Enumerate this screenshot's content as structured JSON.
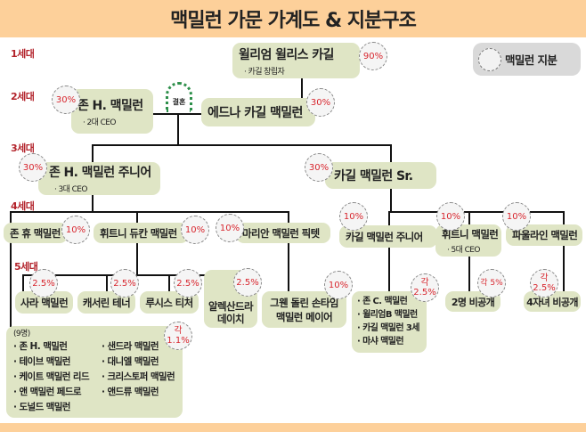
{
  "title": "맥밀런 가문 가계도 & 지분구조",
  "legend": {
    "label": "맥밀런 지분"
  },
  "generations": [
    "1세대",
    "2세대",
    "3세대",
    "4세대",
    "5세대"
  ],
  "wedding": "결혼",
  "gen1": {
    "william": {
      "name": "윌리엄 윌리스 카길",
      "sub": "· 카길 창립자",
      "share": "90%"
    }
  },
  "gen2": {
    "john": {
      "name": "존 H. 맥밀런",
      "sub": "· 2대 CEO",
      "share": "30%"
    },
    "edna": {
      "name": "에드나 카길 맥밀런",
      "share": "30%"
    }
  },
  "gen3": {
    "john_jr": {
      "name": "존 H. 맥밀런 주니어",
      "sub": "· 3대 CEO",
      "share": "30%"
    },
    "cargill_sr": {
      "name": "카길 맥밀런 Sr.",
      "share": "30%"
    }
  },
  "gen4": {
    "john_hugh": {
      "name": "존 휴 맥밀런",
      "share": "10%"
    },
    "whitney_duncan": {
      "name": "휘트니 듀칸 맥밀런",
      "share": "10%"
    },
    "marion": {
      "name": "마리안 맥밀런 픽텟",
      "share": "10%"
    },
    "cargill_jr": {
      "name": "카길 맥밀런 주니어",
      "share": "10%"
    },
    "whitney": {
      "name": "휘트니 맥밀런",
      "sub": "· 5대 CEO",
      "share": "10%"
    },
    "pauline": {
      "name": "파울라인 맥밀런",
      "share": "10%"
    }
  },
  "gen5": {
    "sarah": {
      "name": "사라 맥밀런",
      "share": "2.5%"
    },
    "catherine": {
      "name": "캐서린 테너",
      "share": "2.5%"
    },
    "lucy": {
      "name": "루시스 티처",
      "share": "2.5%"
    },
    "alexandra": {
      "name1": "알렉산드라",
      "name2": "데이치",
      "share": "2.5%"
    },
    "gwen": {
      "name1": "그웬 돌린 손타임",
      "name2": "맥밀런 메이어",
      "share": "10%"
    },
    "cargill_jr_kids": {
      "items": [
        "· 존 C. 맥밀런",
        "· 윌리엄B 맥밀런",
        "· 카길 맥밀런 3세",
        "· 마샤 맥밀런"
      ],
      "share_prefix": "각",
      "share": "2.5%"
    },
    "whitney_kids": {
      "name": "2명 비공개",
      "share": "각 5%"
    },
    "pauline_kids": {
      "name": "4자녀 비공개",
      "share_prefix": "각",
      "share": "2.5%"
    },
    "john_hugh_kids": {
      "count": "(9명)",
      "col1": [
        "· 존 H. 맥밀런",
        "· 테이브 맥밀런",
        "· 케이트 맥밀런 리드",
        "· 앤 맥밀런 페드로",
        "· 도널드 맥밀런"
      ],
      "col2": [
        "· 샌드라 맥밀런",
        "· 대니엘 맥밀런",
        "· 크리스토퍼 맥밀런",
        "· 앤드류 맥밀런"
      ],
      "share_prefix": "각",
      "share": "1.1%"
    }
  }
}
